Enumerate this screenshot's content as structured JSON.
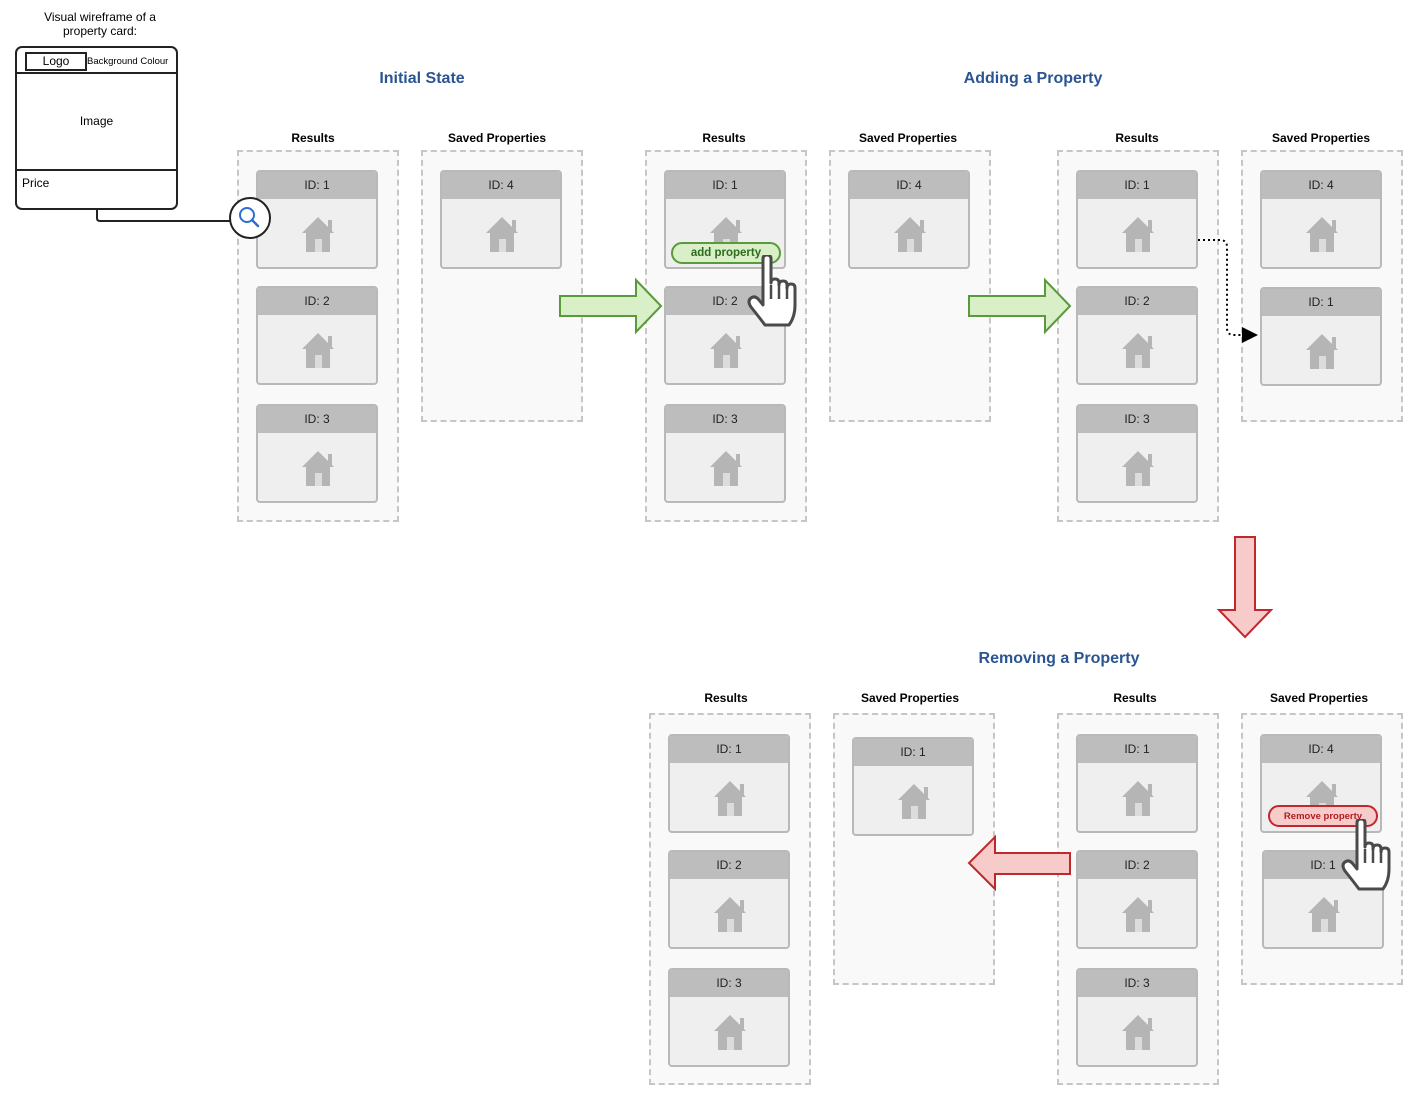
{
  "wireframe": {
    "caption": "Visual wireframe of a property card:",
    "logo": "Logo",
    "background": "Background Colour",
    "image": "Image",
    "price": "Price"
  },
  "sections": {
    "initial": "Initial State",
    "adding": "Adding a Property",
    "removing": "Removing a Property"
  },
  "labels": {
    "results": "Results",
    "saved": "Saved Properties"
  },
  "cards": {
    "id1": "ID: 1",
    "id2": "ID: 2",
    "id3": "ID: 3",
    "id4": "ID: 4"
  },
  "buttons": {
    "add": "add property",
    "remove": "Remove property"
  },
  "colors": {
    "title": "#2b5592",
    "add_arrow": "#d8efc8",
    "add_border": "#5a9a3a",
    "remove_arrow": "#f8cbcb",
    "remove_border": "#c0282d"
  }
}
